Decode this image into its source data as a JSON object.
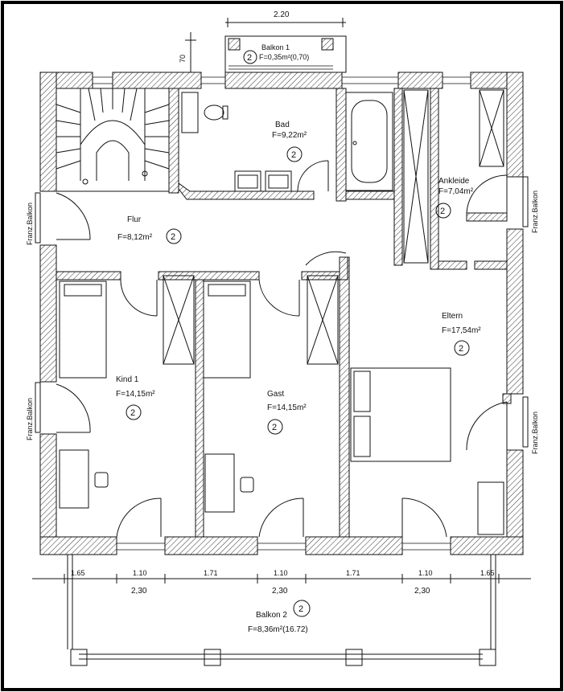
{
  "dimensions": {
    "top_balcony_width": "2.20",
    "top_balcony_depth": "70",
    "segments_top": [
      "1.65",
      "1.10",
      "1.71",
      "1.10",
      "1.71",
      "1.10",
      "1.65"
    ],
    "segments_bottom": [
      "2,30",
      "2,30",
      "2,30"
    ]
  },
  "rooms": {
    "balkon1": {
      "name": "Balkon 1",
      "area": "F=0,35m²(0,70)",
      "number": "2"
    },
    "bad": {
      "name": "Bad",
      "area": "F=9,22m²",
      "number": "2"
    },
    "ankleide": {
      "name": "Ankleide",
      "area": "F=7,04m²",
      "number": "2"
    },
    "flur": {
      "name": "Flur",
      "area": "F=8,12m²",
      "number": "2"
    },
    "eltern": {
      "name": "Eltern",
      "area": "F=17,54m²",
      "number": "2"
    },
    "kind1": {
      "name": "Kind 1",
      "area": "F=14,15m²",
      "number": "2"
    },
    "gast": {
      "name": "Gast",
      "area": "F=14,15m²",
      "number": "2"
    },
    "balkon2": {
      "name": "Balkon 2",
      "area": "F=8,36m²(16.72)",
      "number": "2"
    }
  },
  "side_labels": {
    "left_upper": "Franz.Balkon",
    "left_lower": "Franz.Balkon",
    "right_upper": "Franz.Balkon",
    "right_lower": "Franz.Balkon"
  }
}
